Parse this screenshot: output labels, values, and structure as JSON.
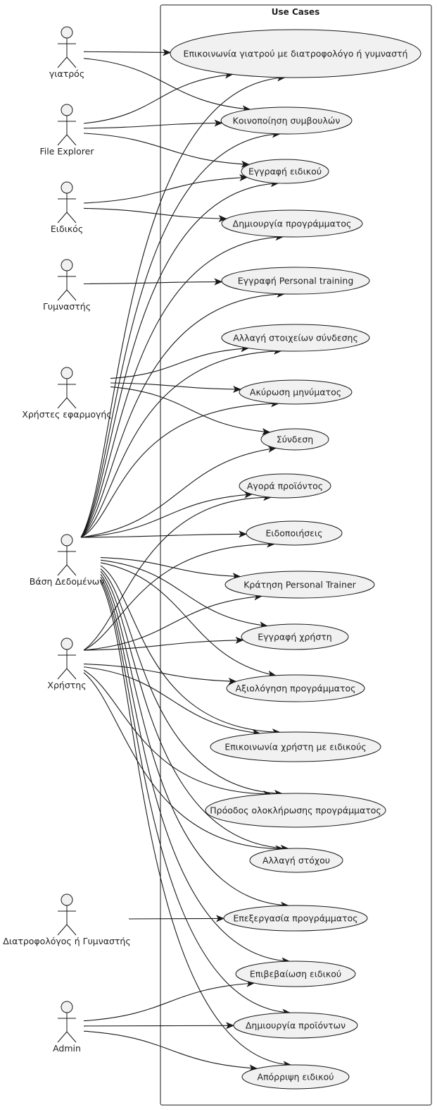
{
  "system": {
    "title": "Use Cases"
  },
  "actors": [
    {
      "id": "doctor",
      "label": "γιατρός"
    },
    {
      "id": "fileexplorer",
      "label": "File Explorer"
    },
    {
      "id": "specialist",
      "label": "Ειδικός"
    },
    {
      "id": "trainer",
      "label": "Γυμναστής"
    },
    {
      "id": "appusers",
      "label": "Χρήστες εφαρμογής"
    },
    {
      "id": "database",
      "label": "Βάση Δεδομένων"
    },
    {
      "id": "user",
      "label": "Χρήστης"
    },
    {
      "id": "nutritionist",
      "label": "Διατροφολόγος ή Γυμναστής"
    },
    {
      "id": "admin",
      "label": "Admin"
    }
  ],
  "use_cases": [
    {
      "id": "uc1",
      "label": "Επικοινωνία γιατρού με διατροφολόγο ή γυμναστή"
    },
    {
      "id": "uc2",
      "label": "Κοινοποίηση συμβουλών"
    },
    {
      "id": "uc3",
      "label": "Εγγραφή ειδικού"
    },
    {
      "id": "uc4",
      "label": "Δημιουργία προγράμματος"
    },
    {
      "id": "uc5",
      "label": "Εγγραφή Personal training"
    },
    {
      "id": "uc6",
      "label": "Αλλαγή στοιχείων σύνδεσης"
    },
    {
      "id": "uc7",
      "label": "Ακύρωση μηνύματος"
    },
    {
      "id": "uc8",
      "label": "Σύνδεση"
    },
    {
      "id": "uc9",
      "label": "Αγορά προϊόντος"
    },
    {
      "id": "uc10",
      "label": "Ειδοποιήσεις"
    },
    {
      "id": "uc11",
      "label": "Κράτηση Personal Trainer"
    },
    {
      "id": "uc12",
      "label": "Εγγραφή χρήστη"
    },
    {
      "id": "uc13",
      "label": "Αξιολόγηση προγράμματος"
    },
    {
      "id": "uc14",
      "label": "Επικοινωνία χρήστη με ειδικούς"
    },
    {
      "id": "uc15",
      "label": "Πρόοδος ολοκλήρωσης προγράμματος"
    },
    {
      "id": "uc16",
      "label": "Αλλαγή στόχου"
    },
    {
      "id": "uc17",
      "label": "Επεξεργασία προγράμματος"
    },
    {
      "id": "uc18",
      "label": "Επιβεβαίωση ειδικού"
    },
    {
      "id": "uc19",
      "label": "Δημιουργία προϊόντων"
    },
    {
      "id": "uc20",
      "label": "Απόρριψη ειδικού"
    }
  ],
  "associations": [
    [
      "doctor",
      "uc1"
    ],
    [
      "doctor",
      "uc2"
    ],
    [
      "fileexplorer",
      "uc1"
    ],
    [
      "fileexplorer",
      "uc2"
    ],
    [
      "fileexplorer",
      "uc3"
    ],
    [
      "specialist",
      "uc3"
    ],
    [
      "specialist",
      "uc4"
    ],
    [
      "trainer",
      "uc5"
    ],
    [
      "appusers",
      "uc6"
    ],
    [
      "appusers",
      "uc7"
    ],
    [
      "appusers",
      "uc8"
    ],
    [
      "database",
      "uc1"
    ],
    [
      "database",
      "uc2"
    ],
    [
      "database",
      "uc3"
    ],
    [
      "database",
      "uc4"
    ],
    [
      "database",
      "uc5"
    ],
    [
      "database",
      "uc6"
    ],
    [
      "database",
      "uc7"
    ],
    [
      "database",
      "uc8"
    ],
    [
      "database",
      "uc9"
    ],
    [
      "database",
      "uc10"
    ],
    [
      "database",
      "uc11"
    ],
    [
      "database",
      "uc12"
    ],
    [
      "database",
      "uc13"
    ],
    [
      "database",
      "uc14"
    ],
    [
      "database",
      "uc15"
    ],
    [
      "database",
      "uc16"
    ],
    [
      "database",
      "uc17"
    ],
    [
      "database",
      "uc18"
    ],
    [
      "database",
      "uc19"
    ],
    [
      "database",
      "uc20"
    ],
    [
      "user",
      "uc9"
    ],
    [
      "user",
      "uc10"
    ],
    [
      "user",
      "uc11"
    ],
    [
      "user",
      "uc12"
    ],
    [
      "user",
      "uc13"
    ],
    [
      "user",
      "uc14"
    ],
    [
      "user",
      "uc15"
    ],
    [
      "user",
      "uc16"
    ],
    [
      "nutritionist",
      "uc17"
    ],
    [
      "admin",
      "uc18"
    ],
    [
      "admin",
      "uc19"
    ],
    [
      "admin",
      "uc20"
    ]
  ]
}
